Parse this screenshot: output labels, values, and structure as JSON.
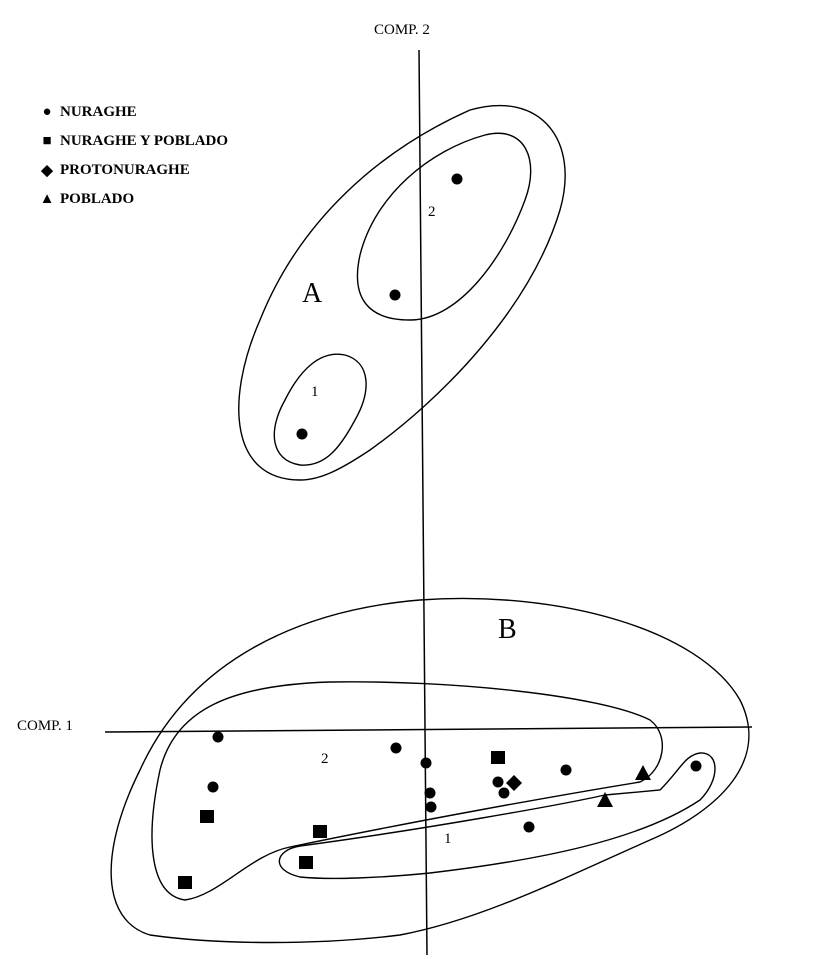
{
  "chart_data": {
    "type": "scatter",
    "title": "",
    "xlabel": "COMP. 1",
    "ylabel": "COMP. 2",
    "grid": false,
    "legend_placement": "top-left",
    "legend": [
      {
        "name": "NURAGHE",
        "marker": "circle"
      },
      {
        "name": "NURAGHE Y POBLADO",
        "marker": "square"
      },
      {
        "name": "PROTONURAGHE",
        "marker": "diamond"
      },
      {
        "name": "POBLADO",
        "marker": "triangle"
      }
    ],
    "series": [
      {
        "name": "NURAGHE",
        "marker": "circle",
        "points": [
          [
            0.32,
            5.53
          ],
          [
            -0.3,
            4.37
          ],
          [
            -1.23,
            2.98
          ],
          [
            -2.07,
            -0.05
          ],
          [
            -2.12,
            -0.55
          ],
          [
            -0.29,
            -0.16
          ],
          [
            0.01,
            -0.31
          ],
          [
            0.05,
            -0.61
          ],
          [
            0.06,
            -0.75
          ],
          [
            0.73,
            -0.5
          ],
          [
            0.79,
            -0.61
          ],
          [
            1.04,
            -0.95
          ],
          [
            1.41,
            -0.38
          ],
          [
            2.71,
            -0.34
          ]
        ]
      },
      {
        "name": "NURAGHE Y POBLADO",
        "marker": "square",
        "points": [
          [
            0.73,
            -0.26
          ],
          [
            -2.18,
            -0.85
          ],
          [
            -1.05,
            -1.0
          ],
          [
            -1.19,
            -1.31
          ],
          [
            -2.4,
            -1.51
          ]
        ]
      },
      {
        "name": "PROTONURAGHE",
        "marker": "diamond",
        "points": [
          [
            0.89,
            -0.51
          ]
        ]
      },
      {
        "name": "POBLADO",
        "marker": "triangle",
        "points": [
          [
            2.18,
            -0.42
          ],
          [
            1.8,
            -0.69
          ]
        ]
      }
    ],
    "groups": {
      "group_a": "A",
      "group_b": "B",
      "a_sub1": "1",
      "a_sub2": "2",
      "b_sub1": "1",
      "b_sub2": "2"
    },
    "color": "#000000"
  }
}
